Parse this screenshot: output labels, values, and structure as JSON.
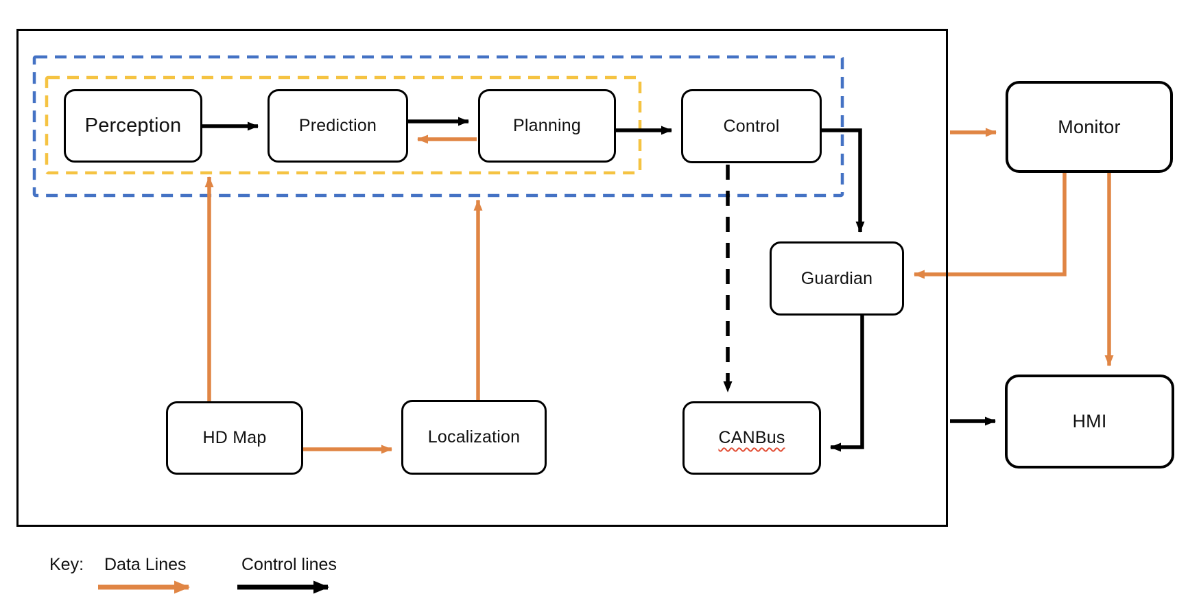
{
  "nodes": {
    "perception": {
      "label": "Perception"
    },
    "prediction": {
      "label": "Prediction"
    },
    "planning": {
      "label": "Planning"
    },
    "control": {
      "label": "Control"
    },
    "monitor": {
      "label": "Monitor"
    },
    "guardian": {
      "label": "Guardian"
    },
    "hd_map": {
      "label": "HD Map"
    },
    "localization": {
      "label": "Localization"
    },
    "canbus": {
      "label": "CANBus"
    },
    "hmi": {
      "label": "HMI"
    }
  },
  "key": {
    "title": "Key:",
    "items": [
      {
        "label": "Data Lines",
        "type": "data"
      },
      {
        "label": "Control lines",
        "type": "control"
      }
    ]
  },
  "colors": {
    "data_line": "#E08544",
    "control_line": "#000000",
    "outer_region_dash": "#4472C4",
    "inner_region_dash": "#F5C342",
    "spellcheck_underline": "#E14B32",
    "node_border": "#000000",
    "background": "#FFFFFF"
  }
}
